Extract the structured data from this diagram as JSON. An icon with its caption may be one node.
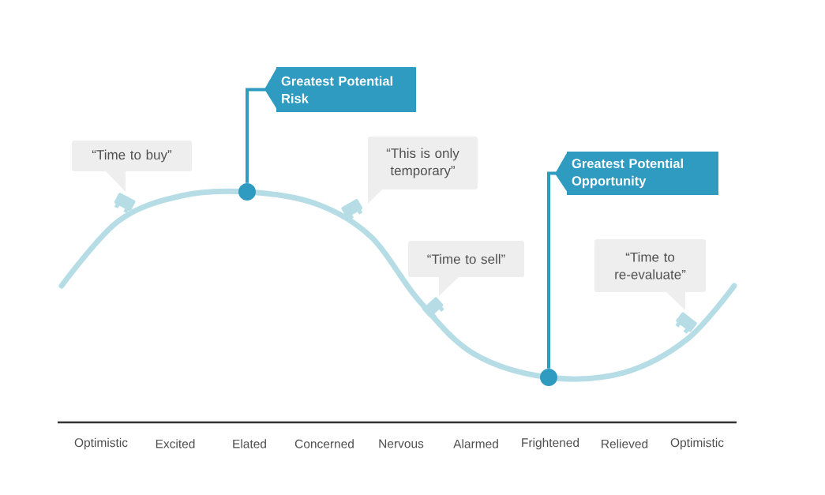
{
  "diagram": {
    "nodes": [
      {
        "text": [
          "“Time to buy”"
        ]
      },
      {
        "text": [
          "Greatest Potential Risk"
        ]
      },
      {
        "text": [
          "“This is only temporary”"
        ]
      },
      {
        "text": [
          "“Time to sell”"
        ]
      },
      {
        "text": [
          "Greatest Potential Opportunity"
        ]
      },
      {
        "text": [
          "“Time to re-evaluate”"
        ]
      },
      {
        "text": [],
        "shape": "circle"
      },
      {
        "text": [],
        "shape": "circle"
      }
    ],
    "edges": [
      {
        "from": 1,
        "to": 6,
        "arrow": "none"
      },
      {
        "from": 4,
        "to": 7,
        "arrow": "none"
      }
    ],
    "labels": [
      "Optimistic",
      "Excited",
      "Elated",
      "Concerned",
      "Nervous",
      "Alarmed",
      "Frightened",
      "Relieved",
      "Optimistic"
    ]
  }
}
